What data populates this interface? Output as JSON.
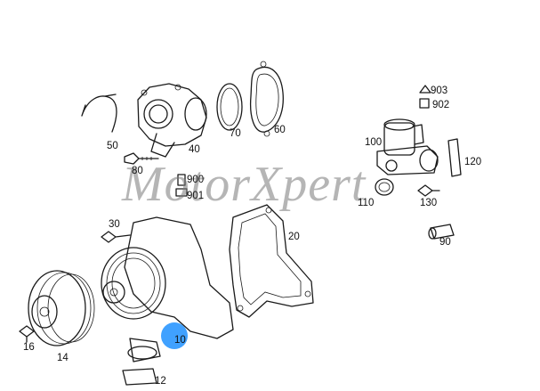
{
  "watermark": "MotorXpert",
  "labels": {
    "p903": "903",
    "p902": "902",
    "p100": "100",
    "p120": "120",
    "p50": "50",
    "p40": "40",
    "p70": "70",
    "p60": "60",
    "p80": "80",
    "p900": "900",
    "p901": "901",
    "p110": "110",
    "p130": "130",
    "p30": "30",
    "p20": "20",
    "p90": "90",
    "p10": "10",
    "p16": "16",
    "p14": "14",
    "p12": "12"
  },
  "highlight": {
    "part": "10",
    "color": "#1e90ff"
  }
}
